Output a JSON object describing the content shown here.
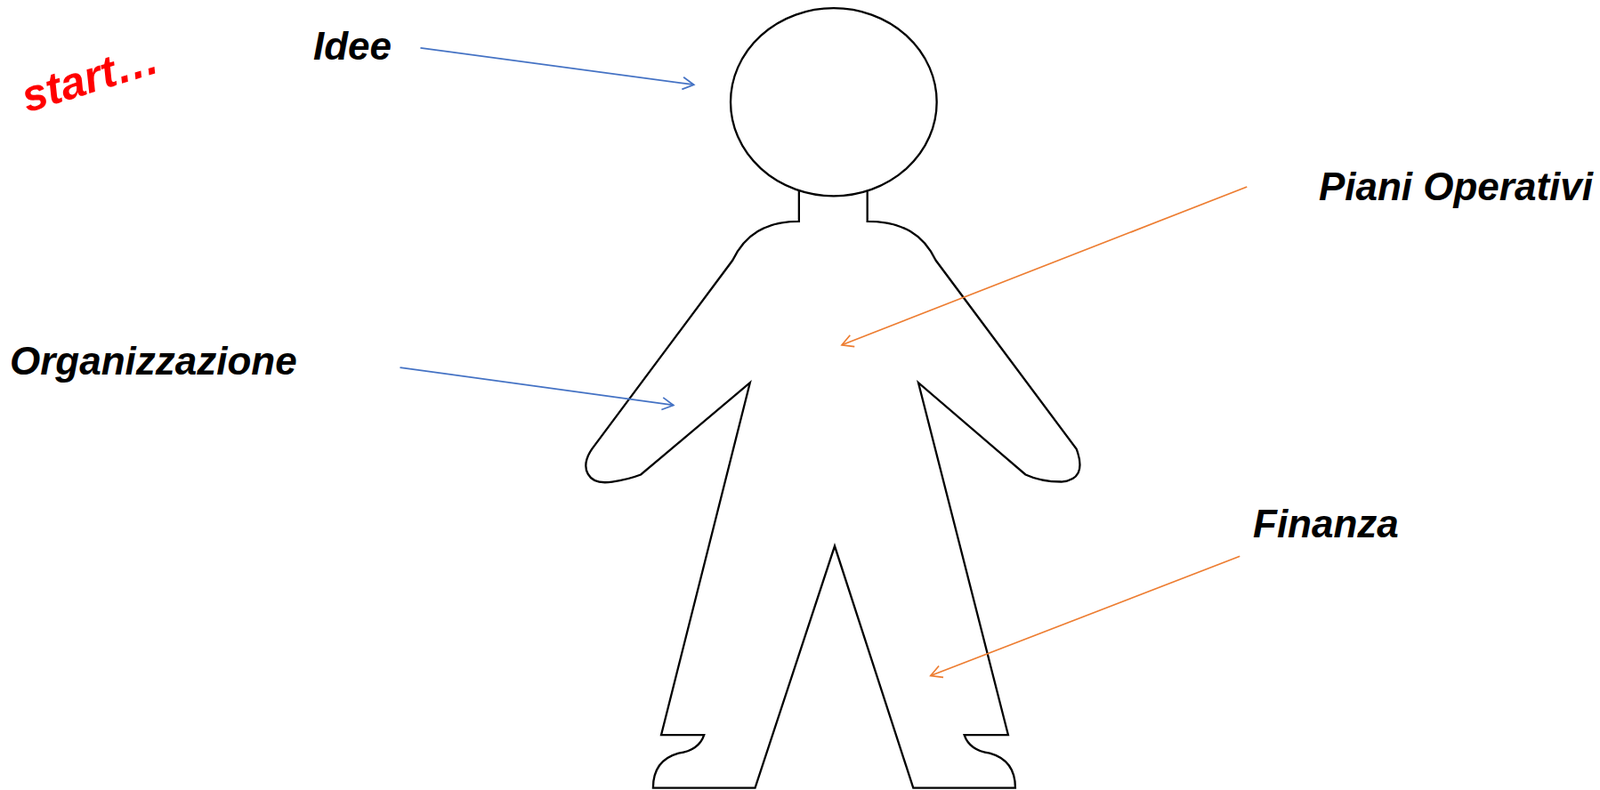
{
  "diagram": {
    "labels": [
      "start…",
      "Idee",
      "Piani Operativi",
      "Organizzazione",
      "Finanza"
    ]
  }
}
